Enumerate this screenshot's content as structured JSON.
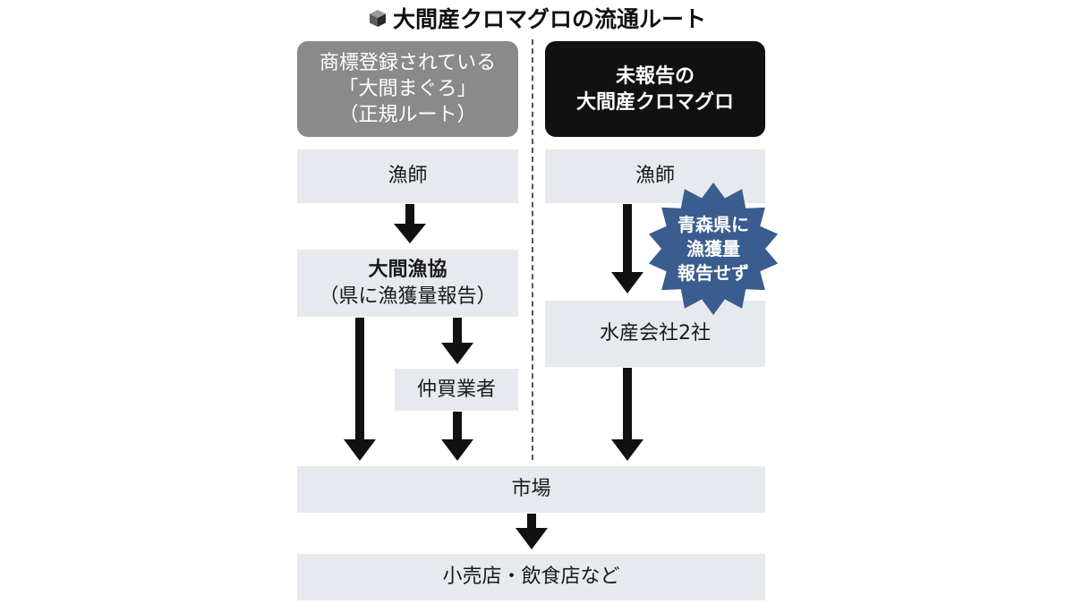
{
  "title": "大間産クロマグロの流通ルート",
  "left_header": {
    "lines": [
      "商標登録されている",
      "「大間まぐろ」",
      "（正規ルート）"
    ]
  },
  "right_header": {
    "lines": [
      "未報告の",
      "大間産クロマグロ"
    ]
  },
  "left_flow": {
    "fisher": "漁師",
    "coop": "大間漁協",
    "coop_note": "（県に漁獲量報告）",
    "broker": "仲買業者"
  },
  "right_flow": {
    "fisher": "漁師",
    "companies": "水産会社2社"
  },
  "badge": {
    "lines": [
      "青森県に",
      "漁獲量",
      "報告せず"
    ],
    "color": "#3a5c8e"
  },
  "market": "市場",
  "retail": "小売店・飲食店など",
  "colors": {
    "left_header_bg": "#8a8a8a",
    "right_header_bg": "#111111",
    "box_bg": "#e6e9ee",
    "arrow": "#111111"
  }
}
